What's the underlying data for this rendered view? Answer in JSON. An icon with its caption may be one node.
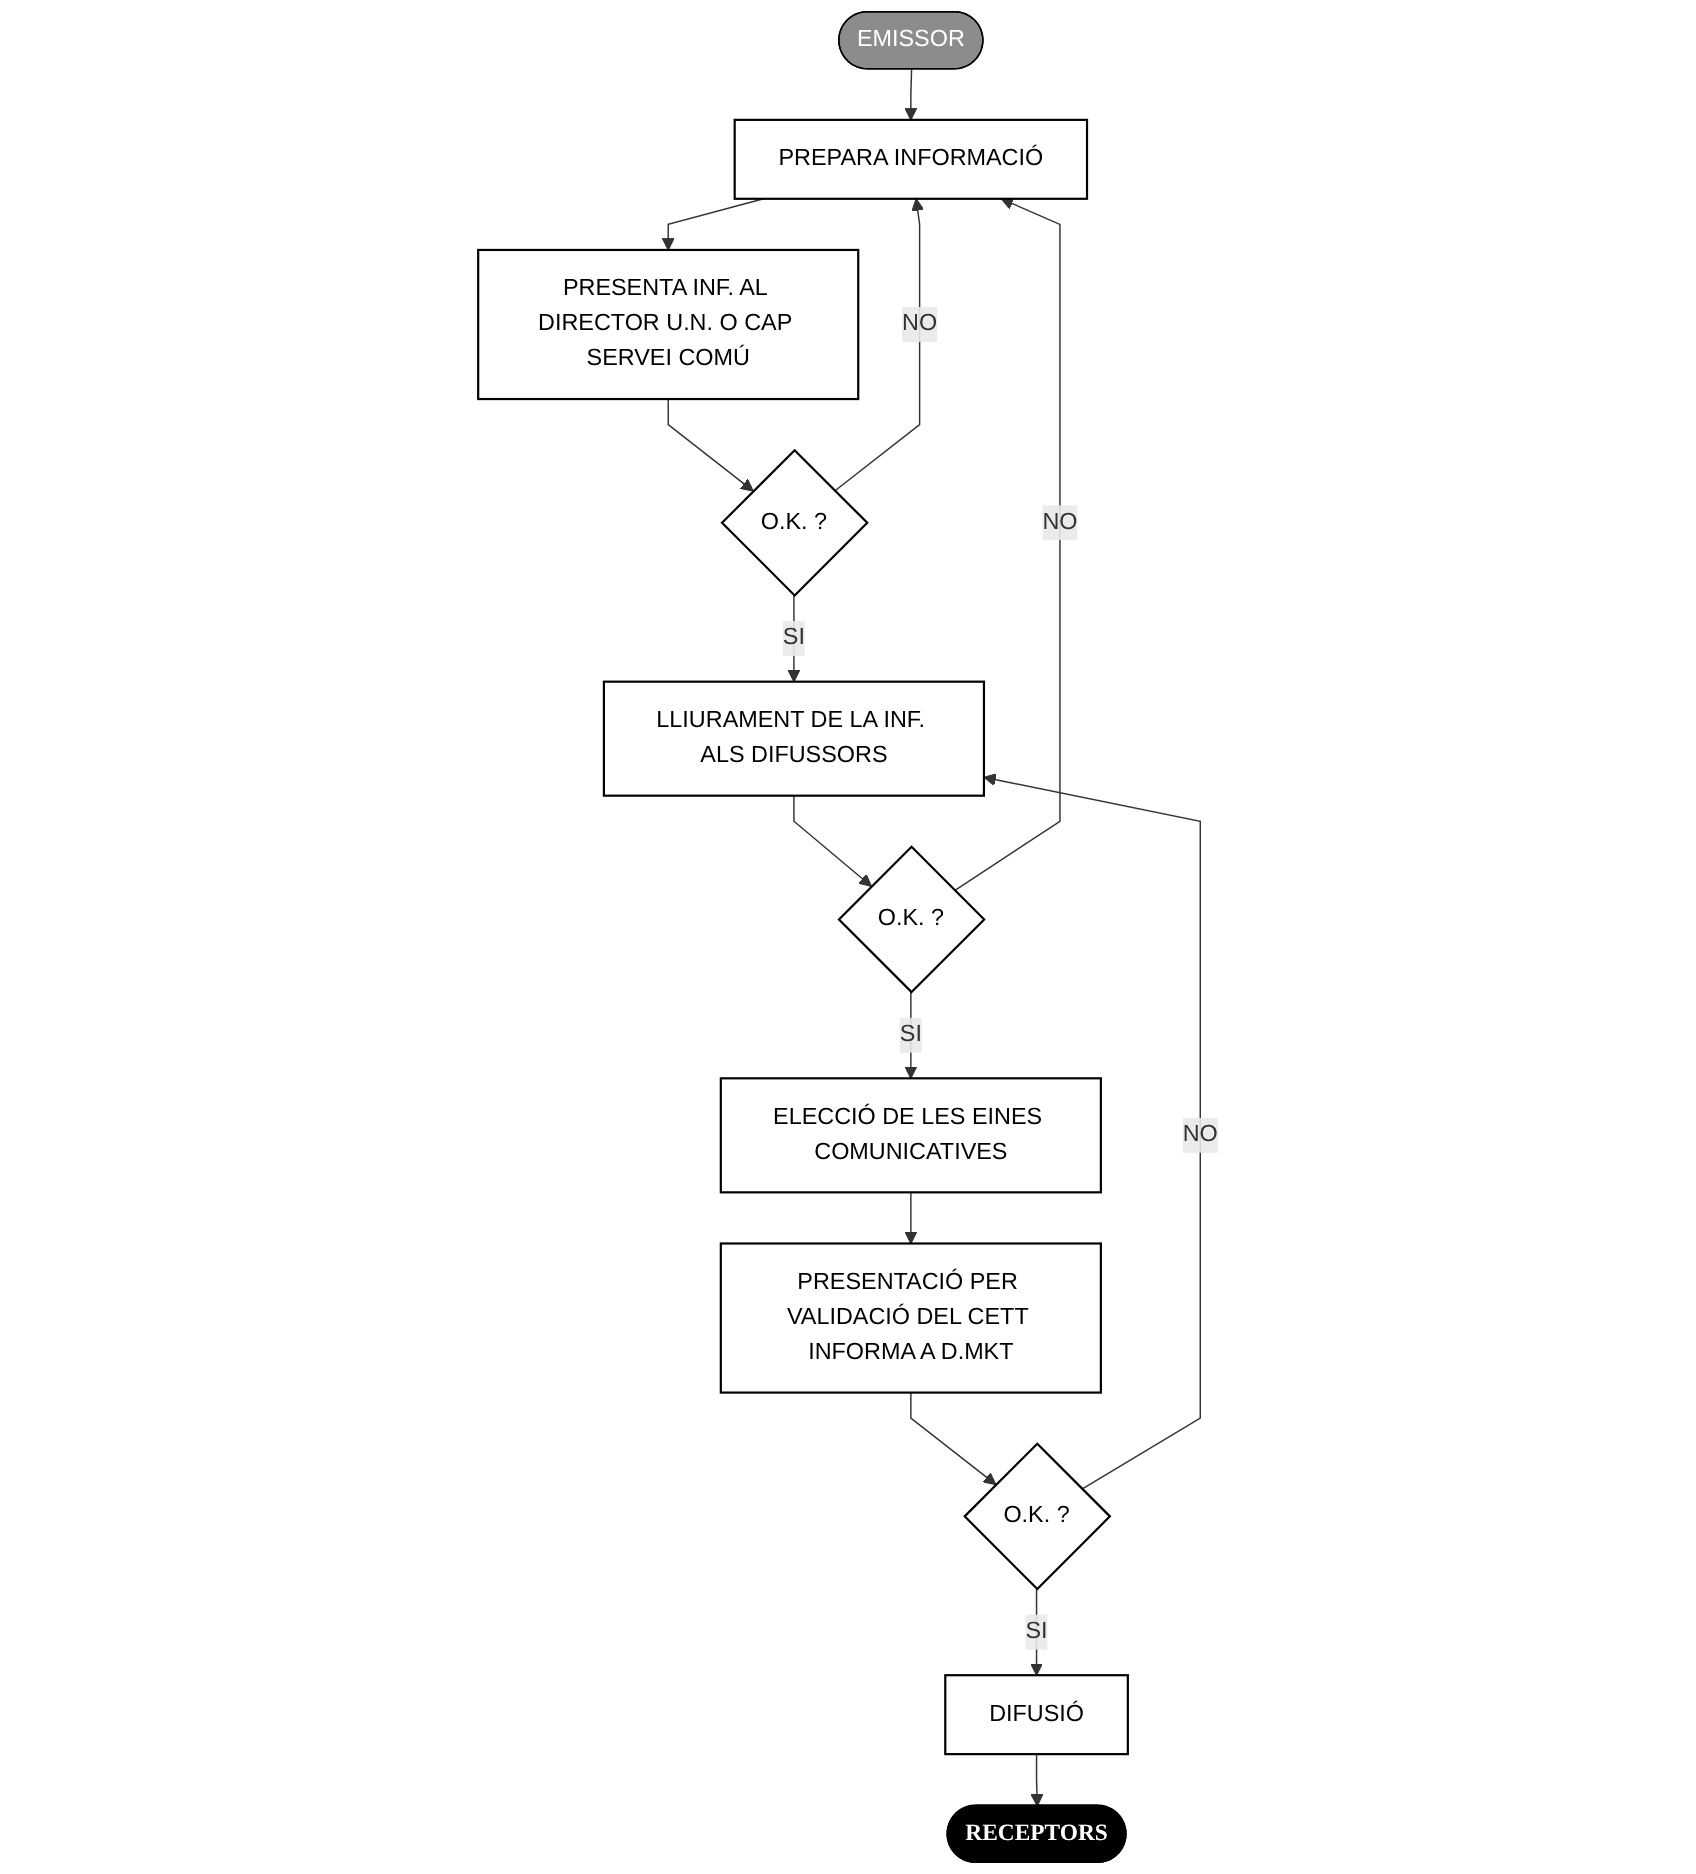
{
  "diagram": {
    "nodes": [
      {
        "text": [
          "EMISSOR"
        ]
      },
      {
        "text": [
          "PREPARA INFORMACIÓ"
        ]
      },
      {
        "text": [
          "PRESENTA INF. AL DIRECTOR U.N. O CAP SERVEI COMÚ"
        ]
      },
      {
        "text": [
          "O.K. ?"
        ]
      },
      {
        "text": [
          "LLIURAMENT DE LA INF. ALS DIFUSSORS"
        ]
      },
      {
        "text": [
          "O.K. ?"
        ]
      },
      {
        "text": [
          "ELECCIÓ DE LES EINES COMUNICATIVES"
        ]
      },
      {
        "text": [
          "PRESENTACIÓ PER VALIDACIÓ DEL CETT INFORMA A D.MKT"
        ]
      },
      {
        "text": [
          "O.K. ?"
        ]
      },
      {
        "text": [
          "DIFUSIÓ"
        ]
      },
      {
        "text": [
          "RECEPTORS"
        ]
      }
    ],
    "edges": [
      {
        "from": 0,
        "to": 1,
        "arrow": "to"
      },
      {
        "from": 1,
        "to": 2,
        "arrow": "to"
      },
      {
        "from": 2,
        "to": 3,
        "arrow": "to"
      },
      {
        "from": 3,
        "to": 4,
        "arrow": "to",
        "label": "SI"
      },
      {
        "from": 3,
        "to": 1,
        "arrow": "to",
        "label": "NO"
      },
      {
        "from": 4,
        "to": 5,
        "arrow": "to"
      },
      {
        "from": 5,
        "to": 6,
        "arrow": "to",
        "label": "SI"
      },
      {
        "from": 5,
        "to": 1,
        "arrow": "to",
        "label": "NO"
      },
      {
        "from": 6,
        "to": 7,
        "arrow": "to"
      },
      {
        "from": 7,
        "to": 8,
        "arrow": "to"
      },
      {
        "from": 8,
        "to": 9,
        "arrow": "to",
        "label": "SI"
      },
      {
        "from": 8,
        "to": 4,
        "arrow": "to",
        "label": "NO"
      },
      {
        "from": 9,
        "to": 10,
        "arrow": "to"
      }
    ]
  }
}
